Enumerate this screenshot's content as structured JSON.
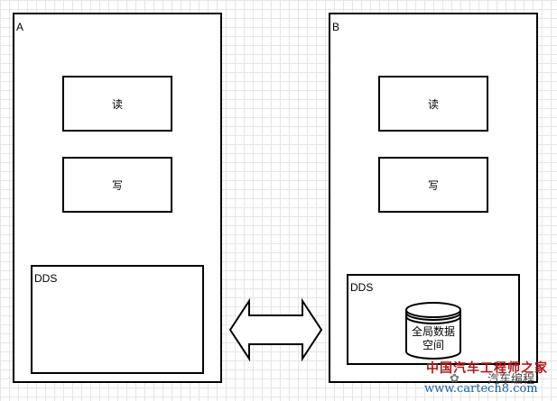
{
  "nodes": {
    "a": {
      "label": "A",
      "read": "读",
      "write": "写",
      "dds": "DDS"
    },
    "b": {
      "label": "B",
      "read": "读",
      "write": "写",
      "dds": "DDS",
      "db": "全局数据空间"
    }
  },
  "watermark": {
    "org": "中国汽车工程师之家",
    "brand": "汽车编程",
    "url": "www.cartech8.com"
  }
}
